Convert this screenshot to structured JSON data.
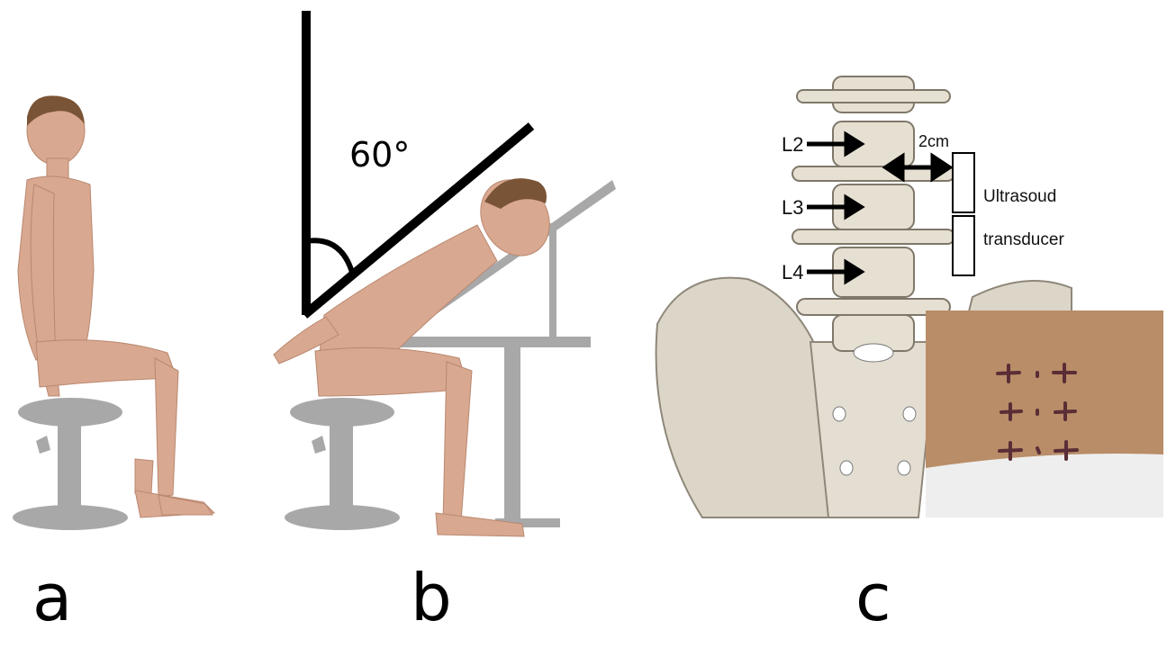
{
  "panels": {
    "a": {
      "letter": "a"
    },
    "b": {
      "letter": "b",
      "angle": "60°"
    },
    "c": {
      "letter": "c",
      "vertebra_labels": [
        "L2",
        "L3",
        "L4"
      ],
      "distance": "2cm",
      "transducer_line1": "Ultrasoud",
      "transducer_line2": "transducer"
    }
  }
}
